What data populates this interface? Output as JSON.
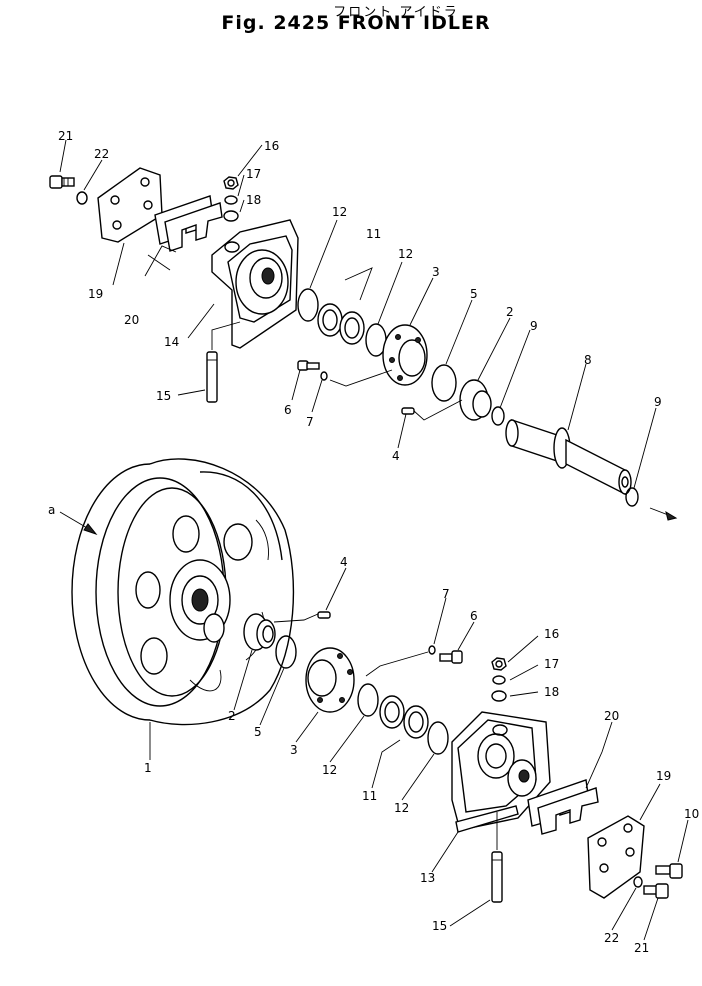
{
  "header": {
    "title_jp": "フロント アイドラ",
    "title": "Fig. 2425 FRONT IDLER"
  },
  "labels": {
    "top": {
      "p21": "21",
      "p22": "22",
      "p16": "16",
      "p17": "17",
      "p18": "18",
      "p19": "19",
      "p20": "20",
      "p14": "14",
      "p15": "15",
      "p12a": "12",
      "p11": "11",
      "p12b": "12",
      "p3": "3",
      "p5": "5",
      "p2": "2",
      "p9a": "9",
      "p8": "8",
      "p9b": "9",
      "p6": "6",
      "p7": "7",
      "p4": "4"
    },
    "bottom": {
      "a": "a",
      "p1": "1",
      "p4": "4",
      "p7": "7",
      "p6": "6",
      "p16": "16",
      "p17": "17",
      "p18": "18",
      "p20": "20",
      "p19": "19",
      "p10": "10",
      "p2": "2",
      "p5": "5",
      "p3": "3",
      "p12a": "12",
      "p11": "11",
      "p12b": "12",
      "p13": "13",
      "p15": "15",
      "p22": "22",
      "p21": "21"
    }
  }
}
